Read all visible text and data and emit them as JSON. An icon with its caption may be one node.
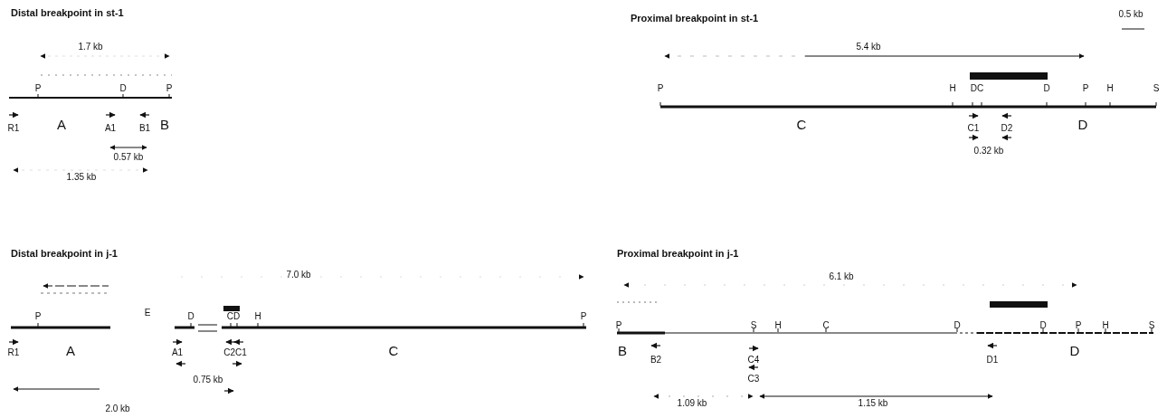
{
  "diagram": {
    "labels": [
      "Distal breakpoint in st-1",
      "1.7 kb",
      "P",
      "D",
      "P",
      "R1",
      "A",
      "A1",
      "B1",
      "B",
      "0.57 kb",
      "1.35 kb",
      "Proximal breakpoint in st-1",
      "0.5 kb",
      "5.4 kb",
      "P",
      "H",
      "DC",
      "D",
      "P",
      "H",
      "S",
      "C",
      "C1",
      "D2",
      "D",
      "0.32 kb",
      "Distal breakpoint in j-1",
      "7.0 kb",
      "P",
      "E",
      "D",
      "CD",
      "H",
      "P",
      "R1",
      "A",
      "A1",
      "C2C1",
      "C",
      "0.75 kb",
      "2.0 kb",
      "Proximal breakpoint in j-1",
      "6.1 kb",
      "P",
      "S",
      "H",
      "C",
      "D",
      "D",
      "P",
      "H",
      "S",
      "B",
      "B2",
      "C4",
      "C3",
      "D1",
      "D",
      "1.09 kb",
      "1.15 kb"
    ]
  }
}
